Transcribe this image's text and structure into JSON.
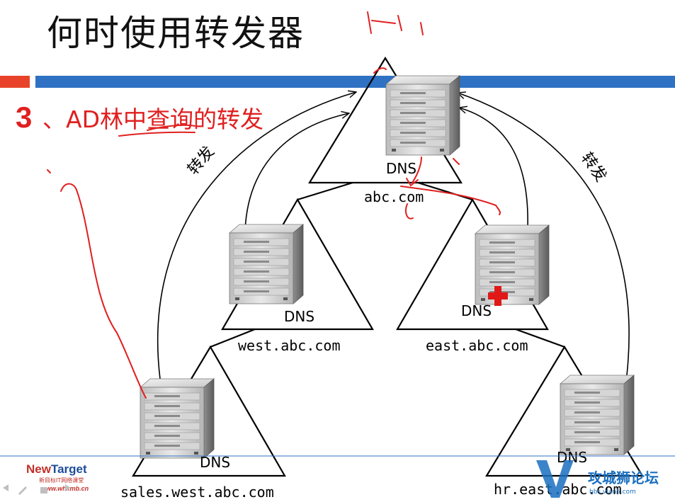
{
  "slide": {
    "title": "何时使用转发器",
    "subtitle_number": "3",
    "subtitle_text": "、AD林中查询的转发"
  },
  "diagram": {
    "nodes": [
      {
        "id": "root",
        "domain": "abc.com",
        "dns_label": "DNS"
      },
      {
        "id": "west",
        "domain": "west.abc.com",
        "dns_label": "DNS"
      },
      {
        "id": "east",
        "domain": "east.abc.com",
        "dns_label": "DNS"
      },
      {
        "id": "sales",
        "domain": "sales.west.abc.com",
        "dns_label": "DNS"
      },
      {
        "id": "hr",
        "domain": "hr.east.abc.com",
        "dns_label": "DNS"
      }
    ],
    "forward_label_left": "转发",
    "forward_label_right": "转发"
  },
  "logo": {
    "brand_new": "New",
    "brand_target": "Target",
    "tagline": "新目标IT网络课堂",
    "url": "www.whxmb.cn"
  },
  "watermark": {
    "text": "攻城狮论坛",
    "url": "bbs.vlan5.com"
  },
  "colors": {
    "accent_blue": "#2f72c4",
    "accent_red": "#e8432a",
    "annotation_red": "#e02020"
  }
}
